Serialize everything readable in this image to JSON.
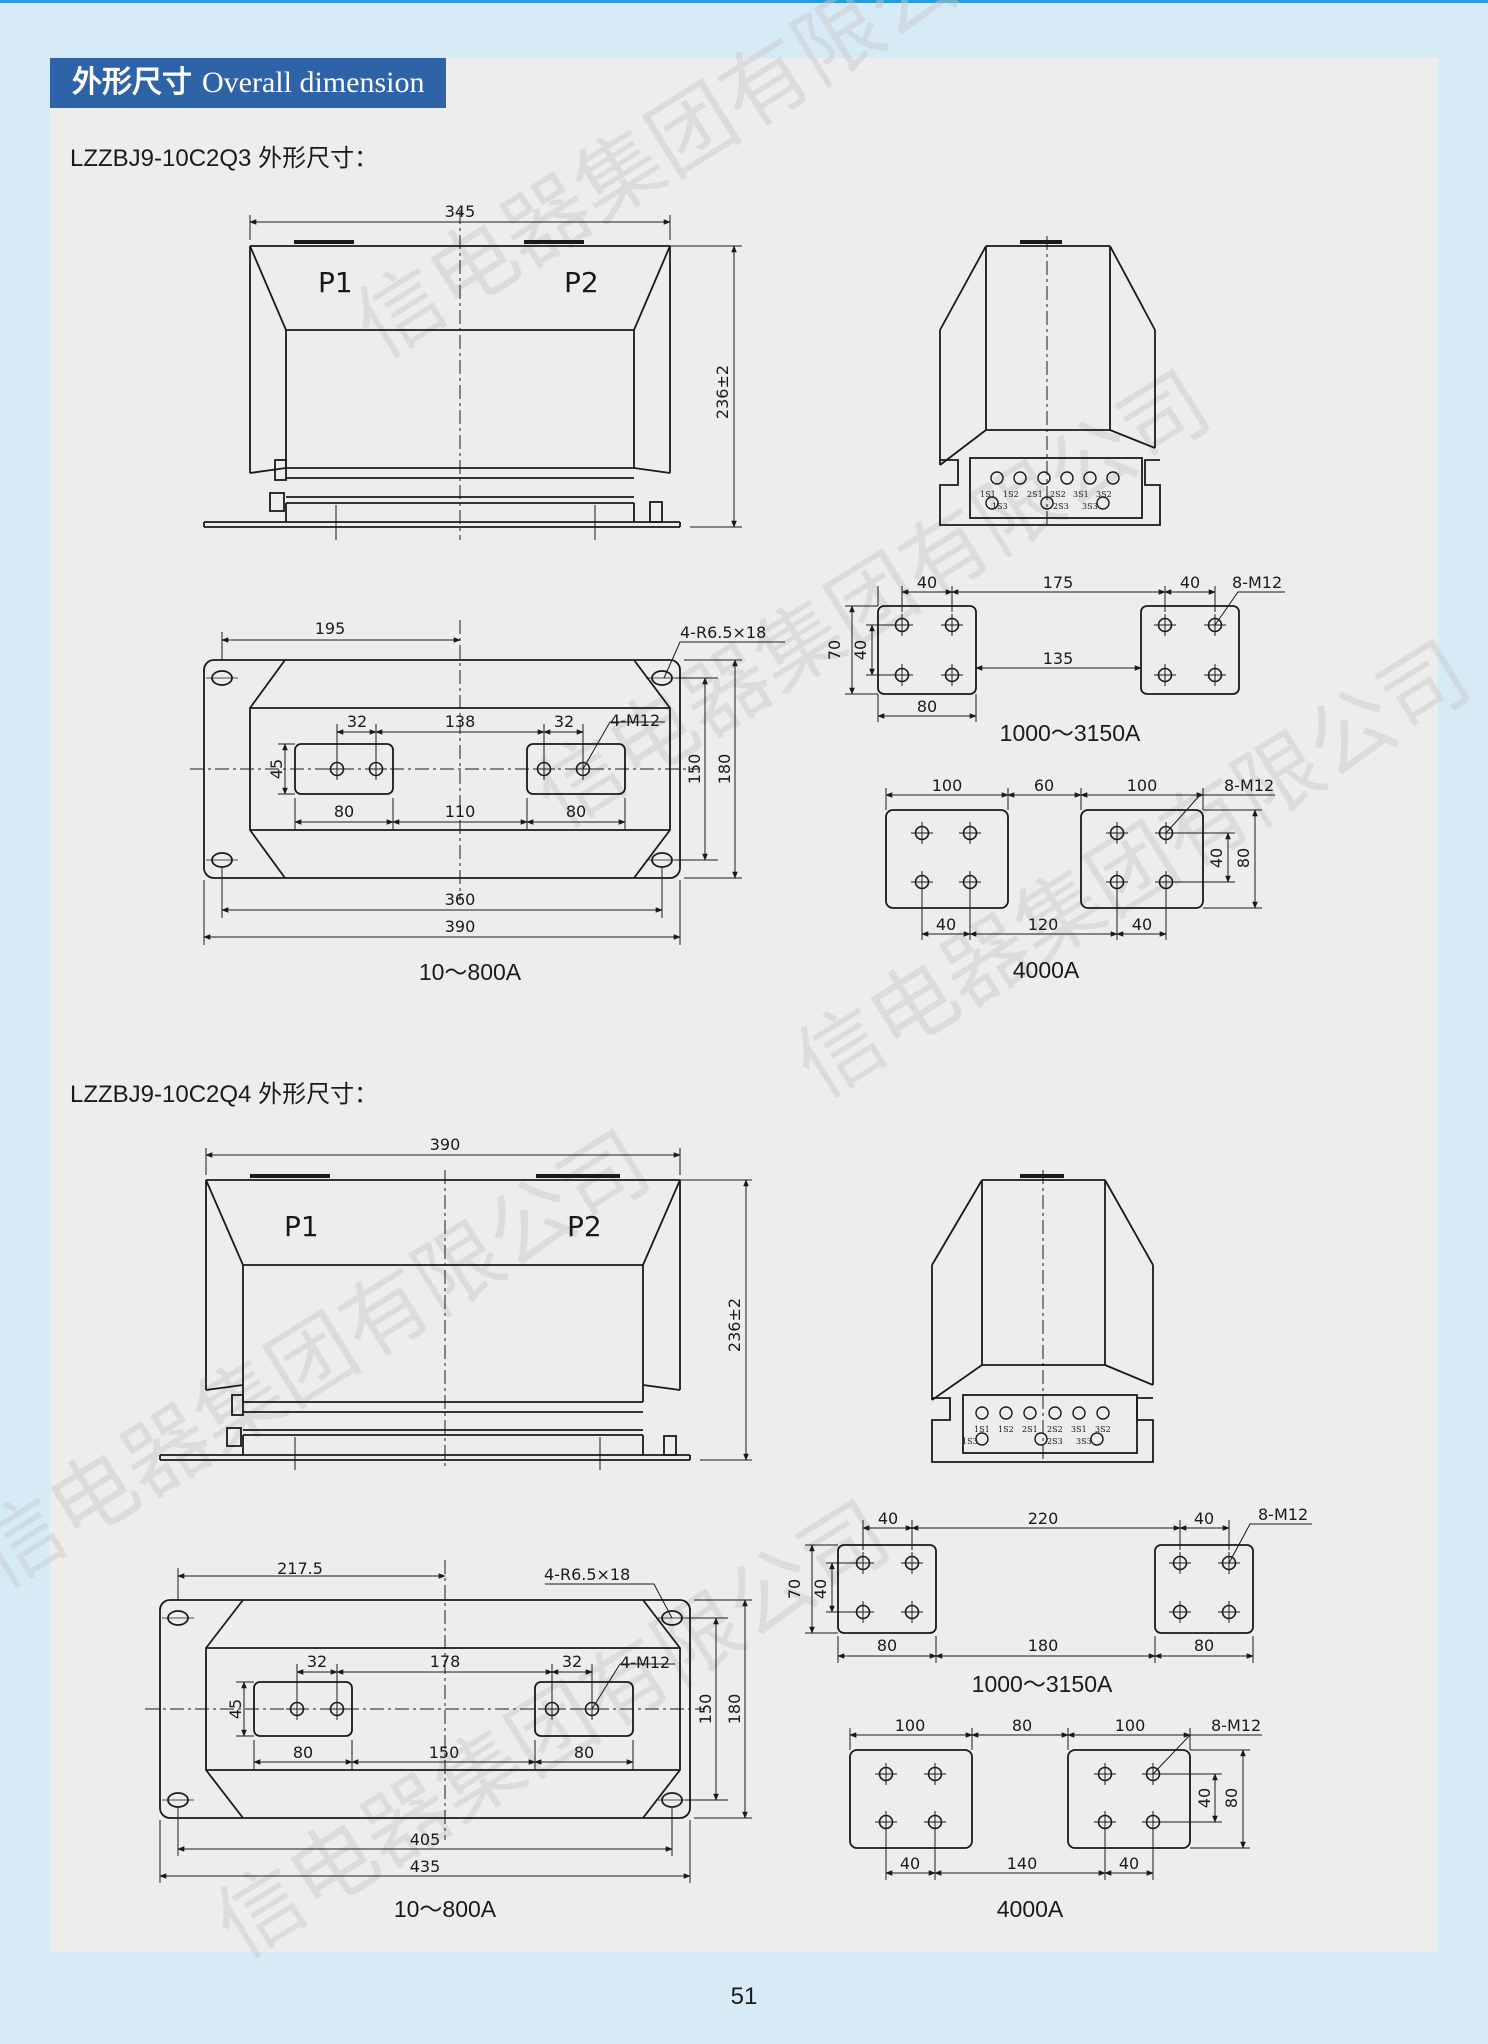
{
  "header": {
    "title_zh": "外形尺寸",
    "title_en": "Overall dimension"
  },
  "watermark": "信电器集团有限公司",
  "sections": [
    {
      "title": "LZZBJ9-10C2Q3 外形尺寸：",
      "front": {
        "width": "345",
        "height": "236±2",
        "p1": "P1",
        "p2": "P2"
      },
      "plan": {
        "d195": "195",
        "d32a": "32",
        "d138": "138",
        "d32b": "32",
        "hole": "4-R6.5×18",
        "terminal": "4-M12",
        "d45": "45",
        "d150": "150",
        "d180": "180",
        "d80a": "80",
        "d110": "110",
        "d80b": "80",
        "d360": "360",
        "d390": "390",
        "caption": "10～800A"
      },
      "terminals_1000": {
        "d40a": "40",
        "d175": "175",
        "d40b": "40",
        "bolt": "8-M12",
        "d70": "70",
        "d40v": "40",
        "d135": "135",
        "d80": "80",
        "caption": "1000～3150A"
      },
      "terminals_4000": {
        "d100a": "100",
        "d60": "60",
        "d100b": "100",
        "bolt": "8-M12",
        "d40v": "40",
        "d80v": "80",
        "d40a": "40",
        "d120": "120",
        "d40b": "40",
        "caption": "4000A"
      },
      "secondary_labels": [
        "1S1",
        "1S2",
        "2S1",
        "2S2",
        "3S1",
        "3S2",
        "1S3",
        "2S3",
        "3S3"
      ]
    },
    {
      "title": "LZZBJ9-10C2Q4 外形尺寸：",
      "front": {
        "width": "390",
        "height": "236±2",
        "p1": "P1",
        "p2": "P2"
      },
      "plan": {
        "d195": "217.5",
        "d32a": "32",
        "d138": "178",
        "d32b": "32",
        "hole": "4-R6.5×18",
        "terminal": "4-M12",
        "d45": "45",
        "d150": "150",
        "d180": "180",
        "d80a": "80",
        "d110": "150",
        "d80b": "80",
        "d360": "405",
        "d390": "435",
        "caption": "10～800A"
      },
      "terminals_1000": {
        "d40a": "40",
        "d175": "220",
        "d40b": "40",
        "bolt": "8-M12",
        "d70": "70",
        "d40v": "40",
        "d135": "180",
        "d80a": "80",
        "d80b": "80",
        "caption": "1000～3150A"
      },
      "terminals_4000": {
        "d100a": "100",
        "d60": "80",
        "d100b": "100",
        "bolt": "8-M12",
        "d40v": "40",
        "d80v": "80",
        "d40a": "40",
        "d120": "140",
        "d40b": "40",
        "caption": "4000A"
      },
      "secondary_labels": [
        "1S1",
        "1S2",
        "2S1",
        "2S2",
        "3S1",
        "3S2",
        "1S3",
        "2S3",
        "3S3"
      ]
    }
  ],
  "page_number": "51"
}
